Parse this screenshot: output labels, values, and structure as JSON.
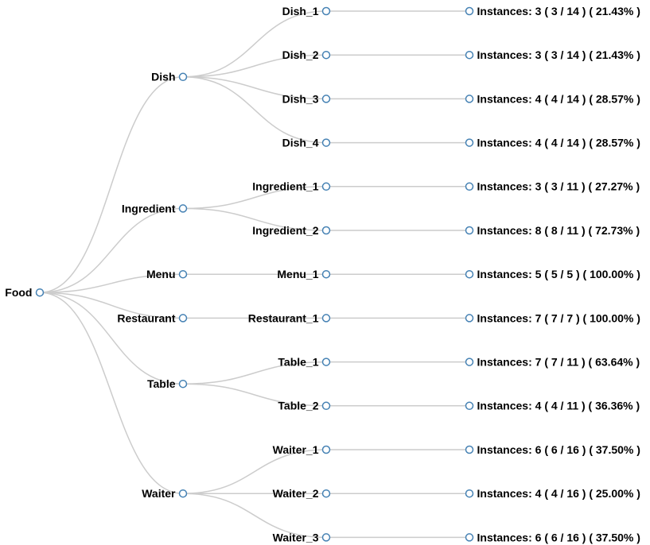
{
  "tree": {
    "root": {
      "label": "Food",
      "children": [
        {
          "label": "Dish",
          "children": [
            {
              "label": "Dish_1",
              "instances": "Instances: 3 ( 3 / 14 ) ( 21.43% )"
            },
            {
              "label": "Dish_2",
              "instances": "Instances: 3 ( 3 / 14 ) ( 21.43% )"
            },
            {
              "label": "Dish_3",
              "instances": "Instances: 4 ( 4 / 14 ) ( 28.57% )"
            },
            {
              "label": "Dish_4",
              "instances": "Instances: 4 ( 4 / 14 ) ( 28.57% )"
            }
          ]
        },
        {
          "label": "Ingredient",
          "children": [
            {
              "label": "Ingredient_1",
              "instances": "Instances: 3 ( 3 / 11 ) ( 27.27% )"
            },
            {
              "label": "Ingredient_2",
              "instances": "Instances: 8 ( 8 / 11 ) ( 72.73% )"
            }
          ]
        },
        {
          "label": "Menu",
          "children": [
            {
              "label": "Menu_1",
              "instances": "Instances: 5 ( 5 / 5 ) ( 100.00% )"
            }
          ]
        },
        {
          "label": "Restaurant",
          "children": [
            {
              "label": "Restaurant_1",
              "instances": "Instances: 7 ( 7 / 7 ) ( 100.00% )"
            }
          ]
        },
        {
          "label": "Table",
          "children": [
            {
              "label": "Table_1",
              "instances": "Instances: 7 ( 7 / 11 ) ( 63.64% )"
            },
            {
              "label": "Table_2",
              "instances": "Instances: 4 ( 4 / 11 ) ( 36.36% )"
            }
          ]
        },
        {
          "label": "Waiter",
          "children": [
            {
              "label": "Waiter_1",
              "instances": "Instances: 6 ( 6 / 16 ) ( 37.50% )"
            },
            {
              "label": "Waiter_2",
              "instances": "Instances: 4 ( 4 / 16 ) ( 25.00% )"
            },
            {
              "label": "Waiter_3",
              "instances": "Instances: 6 ( 6 / 16 ) ( 37.50% )"
            }
          ]
        }
      ]
    }
  },
  "colors": {
    "link": "#cccccc",
    "node_stroke": "#4682b4",
    "node_fill": "#ffffff",
    "text": "#000000"
  }
}
